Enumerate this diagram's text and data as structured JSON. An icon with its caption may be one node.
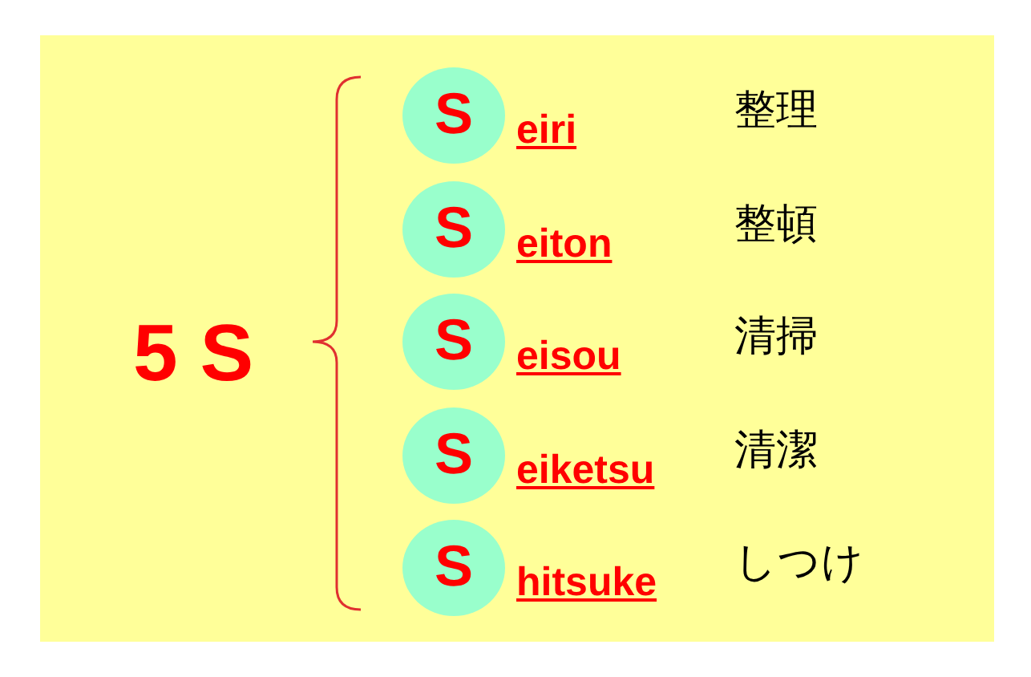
{
  "diagram": {
    "nodes": [
      {
        "text": [
          "5 S"
        ]
      },
      {
        "text": [
          "S"
        ],
        "in": 0,
        "beside": [
          "eiri",
          "整理"
        ]
      },
      {
        "text": [
          "S"
        ],
        "in": 0,
        "beside": [
          "eiton",
          "整頓"
        ]
      },
      {
        "text": [
          "S"
        ],
        "in": 0,
        "beside": [
          "eisou",
          "清掃"
        ]
      },
      {
        "text": [
          "S"
        ],
        "in": 0,
        "beside": [
          "eiketsu",
          "清潔"
        ]
      },
      {
        "text": [
          "S"
        ],
        "in": 0,
        "beside": [
          "hitsuke",
          "しつけ"
        ]
      }
    ]
  }
}
